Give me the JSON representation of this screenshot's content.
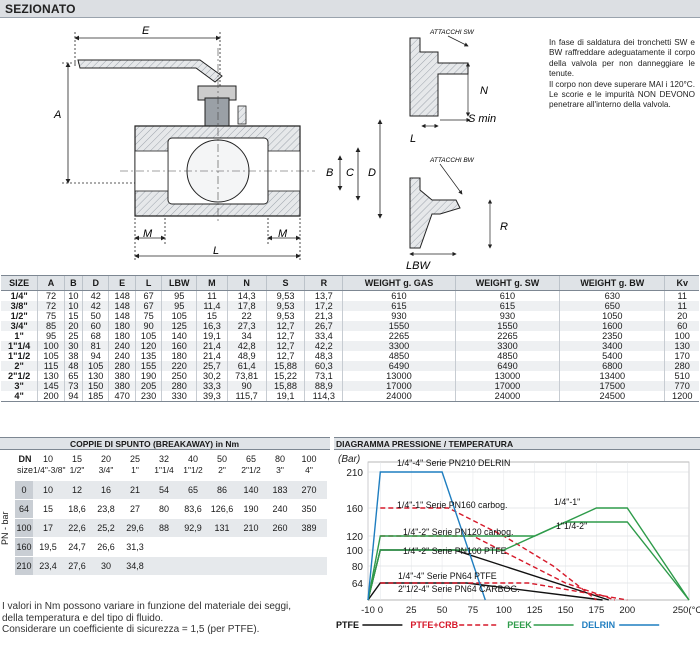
{
  "header": {
    "title": "SEZIONATO"
  },
  "drawing": {
    "dim_labels": {
      "E": "E",
      "A": "A",
      "B": "B",
      "C": "C",
      "D": "D",
      "M_left": "M",
      "M_right": "M",
      "L": "L"
    },
    "sw_detail": {
      "caption": "ATTACCHI SW",
      "N": "N",
      "smin": "S min",
      "L": "L"
    },
    "bw_detail": {
      "caption": "ATTACCHI BW",
      "R": "R",
      "LBW": "LBW"
    }
  },
  "note": {
    "lines": [
      "In fase di saldatura dei tronchetti SW e BW raffreddare adeguatamente il corpo della valvola per non danneggiare le tenute.",
      "Il corpo non deve superare MAI i 120°C. Le scorie e le impurità NON DEVONO penetrare all'interno della valvola."
    ]
  },
  "dimensions_table": {
    "columns": [
      "SIZE",
      "A",
      "B",
      "D",
      "E",
      "L",
      "LBW",
      "M",
      "N",
      "S",
      "R",
      "WEIGHT g. GAS",
      "WEIGHT g. SW",
      "WEIGHT g. BW",
      "Kv"
    ],
    "rows": [
      [
        "1/4\"",
        "72",
        "10",
        "42",
        "148",
        "67",
        "95",
        "11",
        "14,3",
        "9,53",
        "13,7",
        "610",
        "610",
        "630",
        "11"
      ],
      [
        "3/8\"",
        "72",
        "10",
        "42",
        "148",
        "67",
        "95",
        "11,4",
        "17,8",
        "9,53",
        "17,2",
        "615",
        "615",
        "650",
        "11"
      ],
      [
        "1/2\"",
        "75",
        "15",
        "50",
        "148",
        "75",
        "105",
        "15",
        "22",
        "9,53",
        "21,3",
        "930",
        "930",
        "1050",
        "20"
      ],
      [
        "3/4\"",
        "85",
        "20",
        "60",
        "180",
        "90",
        "125",
        "16,3",
        "27,3",
        "12,7",
        "26,7",
        "1550",
        "1550",
        "1600",
        "60"
      ],
      [
        "1\"",
        "95",
        "25",
        "68",
        "180",
        "105",
        "140",
        "19,1",
        "34",
        "12,7",
        "33,4",
        "2265",
        "2265",
        "2350",
        "100"
      ],
      [
        "1\"1/4",
        "100",
        "30",
        "81",
        "240",
        "120",
        "160",
        "21,4",
        "42,8",
        "12,7",
        "42,2",
        "3300",
        "3300",
        "3400",
        "130"
      ],
      [
        "1\"1/2",
        "105",
        "38",
        "94",
        "240",
        "135",
        "180",
        "21,4",
        "48,9",
        "12,7",
        "48,3",
        "4850",
        "4850",
        "5400",
        "170"
      ],
      [
        "2\"",
        "115",
        "48",
        "105",
        "280",
        "155",
        "220",
        "25,7",
        "61,4",
        "15,88",
        "60,3",
        "6490",
        "6490",
        "6800",
        "280"
      ],
      [
        "2\"1/2",
        "130",
        "65",
        "130",
        "380",
        "190",
        "250",
        "30,2",
        "73,81",
        "15,22",
        "73,1",
        "13000",
        "13000",
        "13400",
        "510"
      ],
      [
        "3\"",
        "145",
        "73",
        "150",
        "380",
        "205",
        "280",
        "33,3",
        "90",
        "15,88",
        "88,9",
        "17000",
        "17000",
        "17500",
        "770"
      ],
      [
        "4\"",
        "200",
        "94",
        "185",
        "470",
        "230",
        "330",
        "39,3",
        "115,7",
        "19,1",
        "114,3",
        "24000",
        "24000",
        "24500",
        "1200"
      ]
    ]
  },
  "torque": {
    "title": "COPPIE DI SPUNTO (BREAKAWAY) in Nm",
    "dn_label": "DN",
    "size_label": "size",
    "pn_label": "PN - bar",
    "dn": [
      "10",
      "15",
      "20",
      "25",
      "32",
      "40",
      "50",
      "65",
      "80",
      "100"
    ],
    "sizes": [
      "1/4\"-3/8\"",
      "1/2\"",
      "3/4\"",
      "1\"",
      "1\"1/4",
      "1\"1/2",
      "2\"",
      "2\"1/2",
      "3\"",
      "4\""
    ],
    "rows": [
      {
        "pn": "0",
        "values": [
          "10",
          "12",
          "16",
          "21",
          "54",
          "65",
          "86",
          "140",
          "183",
          "270"
        ]
      },
      {
        "pn": "64",
        "values": [
          "15",
          "18,6",
          "23,8",
          "27",
          "80",
          "83,6",
          "126,6",
          "190",
          "240",
          "350"
        ]
      },
      {
        "pn": "100",
        "values": [
          "17",
          "22,6",
          "25,2",
          "29,6",
          "88",
          "92,9",
          "131",
          "210",
          "260",
          "389"
        ]
      },
      {
        "pn": "160",
        "values": [
          "19,5",
          "24,7",
          "26,6",
          "31,3",
          "",
          "",
          "",
          "",
          "",
          ""
        ]
      },
      {
        "pn": "210",
        "values": [
          "23,4",
          "27,6",
          "30",
          "34,8",
          "",
          "",
          "",
          "",
          "",
          ""
        ]
      }
    ],
    "note": [
      "I valori in Nm possono variare in funzione del materiale dei seggi,",
      "della temperatura e del tipo di fluido.",
      "Considerare un coefficiente di sicurezza = 1,5 (per PTFE)."
    ]
  },
  "chart_data": {
    "type": "line",
    "title": "DIAGRAMMA PRESSIONE / TEMPERATURA",
    "ylabel": "(Bar)",
    "xlabel": "250(°C)",
    "xlim": [
      -10,
      250
    ],
    "ylim": [
      40,
      210
    ],
    "x_ticks": [
      "-10",
      "0",
      "25",
      "50",
      "75",
      "100",
      "125",
      "150",
      "175",
      "200",
      "250(°C)"
    ],
    "y_ticks": [
      "64",
      "80",
      "100",
      "120",
      "160",
      "210"
    ],
    "annotations": [
      "1/4\"-4\" Serie  PN210 DELRIN",
      "1/4\"-1\" Serie  PN160 carbog.",
      "1/4\"-2\" Serie  PN120 carbog.",
      "1\"1/4-2\" Serie  PN120 carbog.",
      "1/4\"-2\" Serie  PN100 PTFE",
      "1/4\"-4\" Serie  PN64 PTFE",
      "2\"1/2-4\" Serie  PN64 CARBOG.",
      "1/4\"-1\"",
      "1\"1/4-2\""
    ],
    "legend": [
      {
        "name": "PTFE",
        "color": "#111111",
        "dash": "solid"
      },
      {
        "name": "PTFE+CRB",
        "color": "#d6192a",
        "dash": "dashed"
      },
      {
        "name": "PEEK",
        "color": "#2e9b4a",
        "dash": "solid"
      },
      {
        "name": "DELRIN",
        "color": "#1f7ec0",
        "dash": "solid"
      }
    ],
    "series": [
      {
        "name": "PTFE",
        "color": "#111111",
        "dash": "",
        "points": [
          [
            -10,
            40
          ],
          [
            0,
            100
          ],
          [
            60,
            100
          ],
          [
            185,
            40
          ]
        ]
      },
      {
        "name": "PTFE",
        "color": "#111111",
        "dash": "",
        "points": [
          [
            -10,
            40
          ],
          [
            0,
            64
          ],
          [
            70,
            64
          ],
          [
            180,
            40
          ]
        ]
      },
      {
        "name": "PTFE+CRB",
        "color": "#d6192a",
        "dash": "5,3",
        "points": [
          [
            0,
            160
          ],
          [
            55,
            160
          ],
          [
            100,
            120
          ],
          [
            140,
            80
          ],
          [
            175,
            40
          ]
        ]
      },
      {
        "name": "PTFE+CRB",
        "color": "#d6192a",
        "dash": "5,3",
        "points": [
          [
            0,
            120
          ],
          [
            75,
            120
          ],
          [
            150,
            64
          ],
          [
            190,
            40
          ]
        ]
      },
      {
        "name": "PTFE+CRB",
        "color": "#d6192a",
        "dash": "5,3",
        "points": [
          [
            0,
            64
          ],
          [
            120,
            64
          ],
          [
            200,
            40
          ]
        ]
      },
      {
        "name": "PEEK",
        "color": "#2e9b4a",
        "dash": "",
        "points": [
          [
            -10,
            40
          ],
          [
            0,
            120
          ],
          [
            125,
            120
          ],
          [
            175,
            160
          ],
          [
            200,
            160
          ],
          [
            250,
            40
          ]
        ]
      },
      {
        "name": "PEEK",
        "color": "#2e9b4a",
        "dash": "",
        "points": [
          [
            -10,
            40
          ],
          [
            0,
            100
          ],
          [
            100,
            100
          ],
          [
            150,
            140
          ],
          [
            200,
            140
          ],
          [
            250,
            40
          ]
        ]
      },
      {
        "name": "DELRIN",
        "color": "#1f7ec0",
        "dash": "",
        "points": [
          [
            -10,
            40
          ],
          [
            0,
            210
          ],
          [
            50,
            210
          ],
          [
            85,
            40
          ]
        ]
      }
    ]
  }
}
